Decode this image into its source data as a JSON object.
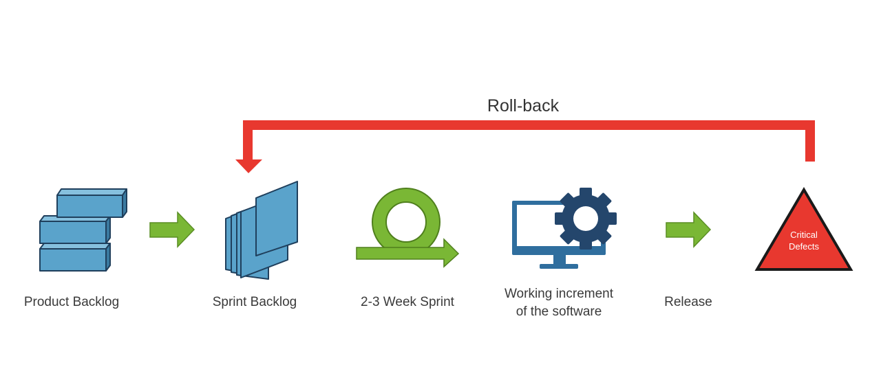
{
  "rollback": {
    "label": "Roll-back"
  },
  "stages": [
    {
      "id": "product-backlog",
      "label": "Product Backlog"
    },
    {
      "id": "sprint-backlog",
      "label": "Sprint Backlog"
    },
    {
      "id": "week-sprint",
      "label": "2-3 Week Sprint"
    },
    {
      "id": "working-increment",
      "label_line1": "Working increment",
      "label_line2": "of the software"
    },
    {
      "id": "release",
      "label": "Release"
    },
    {
      "id": "critical-defects",
      "label_line1": "Critical",
      "label_line2": "Defects"
    }
  ],
  "colors": {
    "box_blue": "#5aa3cb",
    "navy": "#24466c",
    "green": "#7ab735",
    "red": "#e8382f",
    "text": "#3a3a3a"
  }
}
